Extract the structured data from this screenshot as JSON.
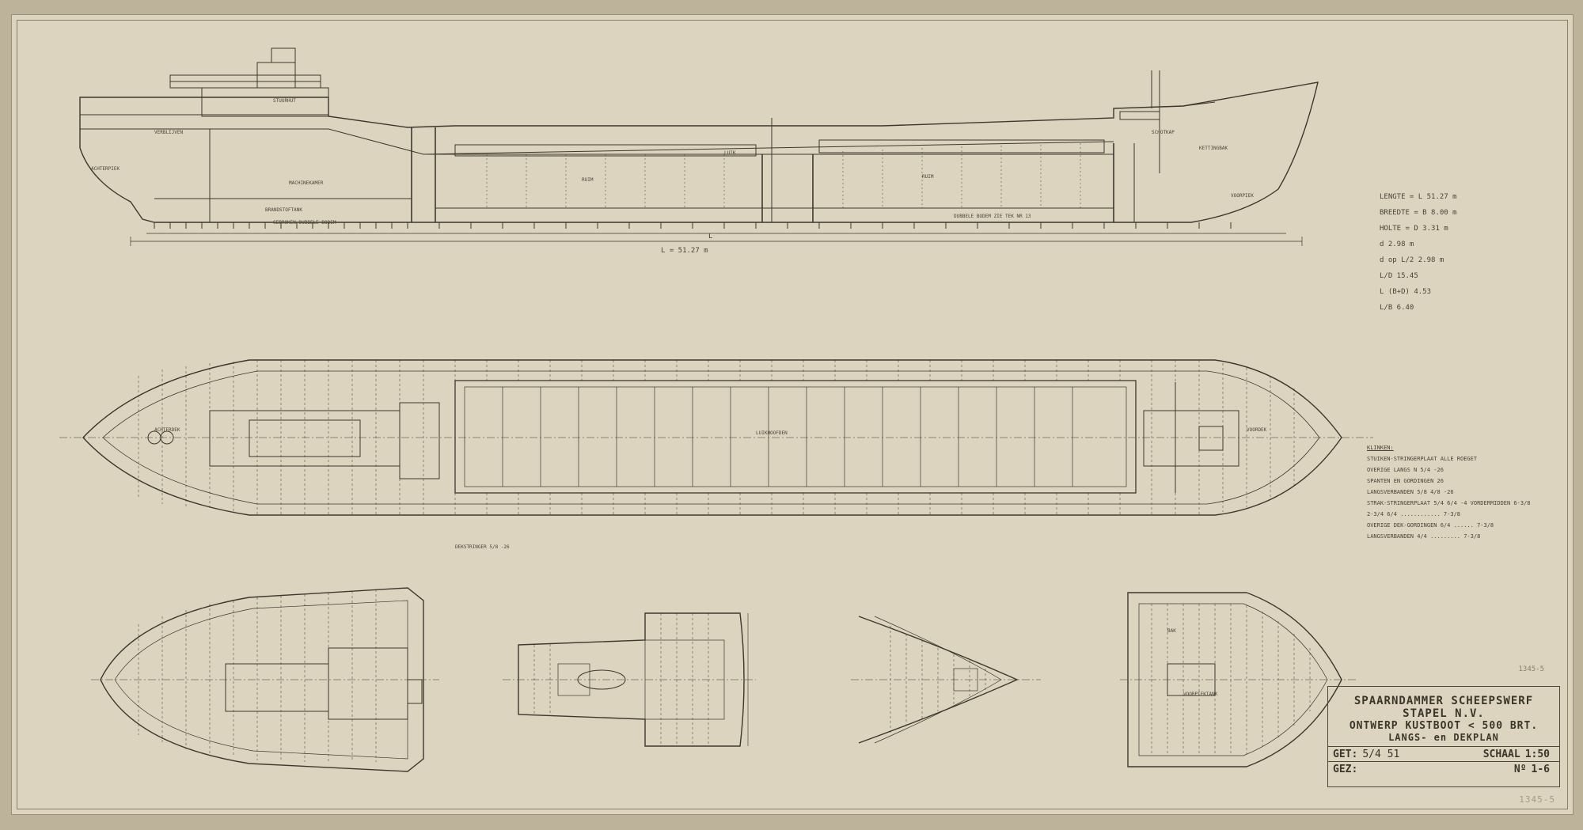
{
  "title_block": {
    "line1": "SPAARNDAMMER SCHEEPSWERF",
    "line2": "STAPEL N.V.",
    "line3": "ONTWERP KUSTBOOT < 500 BRT.",
    "line4": "LANGS- en DEKPLAN",
    "get_label": "GET:",
    "get_value": "5/4 51",
    "scale_label": "SCHAAL",
    "scale_value": "1:50",
    "gez_label": "GEZ:",
    "nr_label": "Nº",
    "nr_value": "1-6"
  },
  "corner_note": "1345-5",
  "stamp": "1345-5",
  "spec_table": [
    "LENGTE  = L   51.27 m",
    "BREEDTE = B    8.00 m",
    "HOLTE   = D    3.31 m",
    "d              2.98 m",
    "d op L/2       2.98 m",
    "L/D           15.45",
    "L (B+D)        4.53",
    "L/B            6.40"
  ],
  "remarks_title": "KLINKEN:",
  "remarks": [
    "STUIKEN-STRINGERPLAAT ALLE ROEGET",
    "    OVERIGE LANGS  N  5/4 -26",
    "    SPANTEN EN GORDINGEN  26",
    "    LANGSVERBANDEN 5/8 4/8 -26",
    "STRAK-STRINGERPLAAT 5/4  6/4 -4 VORDERMIDDEN 6-3/8",
    "    2-3/4  6/4 ............  7-3/8",
    "    OVERIGE DEK-GORDINGEN 6/4  ......  7-3/8",
    "    LANGSVERBANDEN  4/4  .........  7-3/8"
  ],
  "profile_labels": [
    "VERBLIJVEN",
    "ACHTERPIEK",
    "MACHINEKAMER",
    "BRANDSTOFTANK",
    "RUIM",
    "VOORPIEK",
    "KETTINGBAK",
    "GEBROKEN DUBBELE BODEM",
    "DUBBELE BODEM ZIE TEK NR 13",
    "STUURHUT",
    "LUIK",
    "SCHOTKAP"
  ],
  "deck_labels": [
    "ACHTERDEK",
    "VOORDEK",
    "LUIKHOOFDEN",
    "DEKSTRINGER 5/8 -26",
    "VOORPIEKTANK",
    "BAK"
  ],
  "dim_labels": {
    "overall": "L = 51.27 m",
    "lpp": "L"
  }
}
